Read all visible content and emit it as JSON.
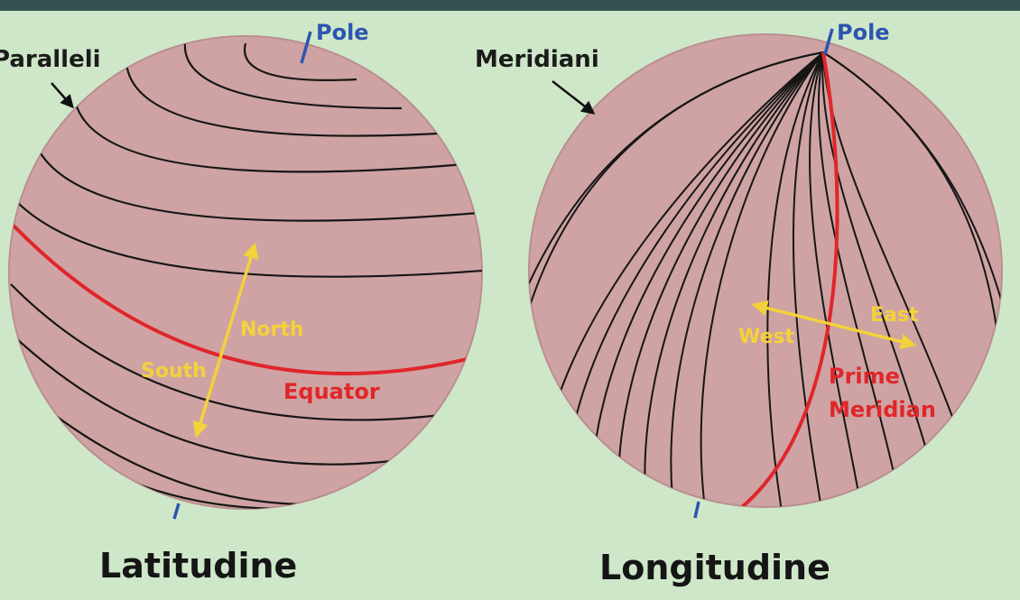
{
  "left_globe": {
    "caption": "Latitudine",
    "lines_label": "Paralleli",
    "pole_label": "Pole",
    "north_label": "North",
    "south_label": "South",
    "equator_label": "Equator"
  },
  "right_globe": {
    "caption": "Longitudine",
    "lines_label": "Meridiani",
    "pole_label": "Pole",
    "west_label": "West",
    "east_label": "East",
    "prime_label_1": "Prime",
    "prime_label_2": "Meridian"
  },
  "colors": {
    "background": "#cfe7c9",
    "globe": "#cfa3a3",
    "equator": "#e0262a",
    "arrows": "#f3d23a",
    "pole": "#2b55b0"
  }
}
